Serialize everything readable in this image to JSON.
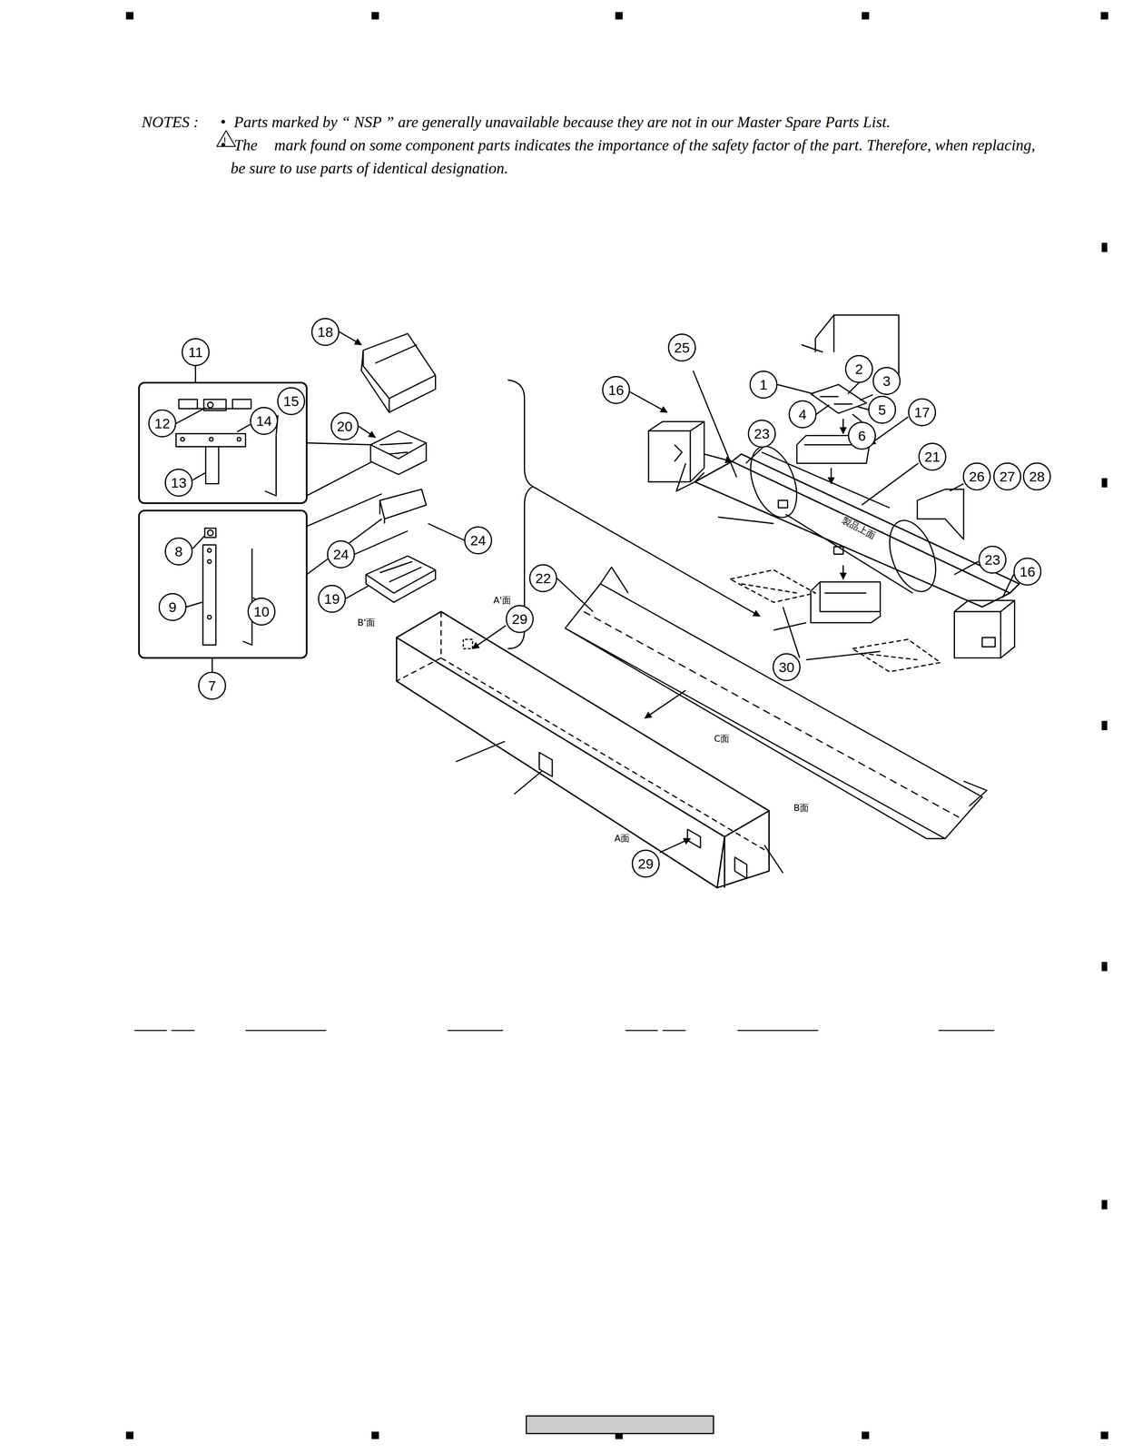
{
  "diagram": {
    "nodes": [
      {
        "text": [
          "18"
        ]
      },
      {
        "text": [
          "11"
        ]
      },
      {
        "text": [
          "25"
        ]
      },
      {
        "text": [
          "2"
        ]
      },
      {
        "text": [
          "1"
        ]
      },
      {
        "text": [
          "3"
        ]
      },
      {
        "text": [
          "16"
        ]
      },
      {
        "text": [
          "15"
        ]
      },
      {
        "text": [
          "5"
        ]
      },
      {
        "text": [
          "4"
        ]
      },
      {
        "text": [
          "17"
        ]
      },
      {
        "text": [
          "14"
        ]
      },
      {
        "text": [
          "12"
        ]
      },
      {
        "text": [
          "20"
        ]
      },
      {
        "text": [
          "23"
        ]
      },
      {
        "text": [
          "6"
        ]
      },
      {
        "text": [
          "21"
        ]
      },
      {
        "text": [
          "26"
        ]
      },
      {
        "text": [
          "27"
        ]
      },
      {
        "text": [
          "28"
        ]
      },
      {
        "text": [
          "13"
        ]
      },
      {
        "text": [
          "24"
        ]
      },
      {
        "text": [
          "8"
        ]
      },
      {
        "text": [
          "24"
        ]
      },
      {
        "text": [
          "23"
        ]
      },
      {
        "text": [
          "16"
        ]
      },
      {
        "text": [
          "22"
        ]
      },
      {
        "text": [
          "19"
        ]
      },
      {
        "text": [
          "9"
        ]
      },
      {
        "text": [
          "10"
        ]
      },
      {
        "text": [
          "29"
        ]
      },
      {
        "text": [
          "30"
        ]
      },
      {
        "text": [
          "7"
        ]
      },
      {
        "text": [
          "29"
        ]
      }
    ],
    "labels": [
      "NOTES :",
      "•",
      "Parts marked by “ NSP ” are generally unavailable because they are not in our Master Spare Parts List.",
      "•",
      "The",
      "mark found on some component parts indicates the importance of the safety factor of the part. Therefore, when  replacing, be sure to use parts of identical designation.",
      "A'面",
      "B'面",
      "C面",
      "B面",
      "A面",
      "製品上面"
    ]
  }
}
